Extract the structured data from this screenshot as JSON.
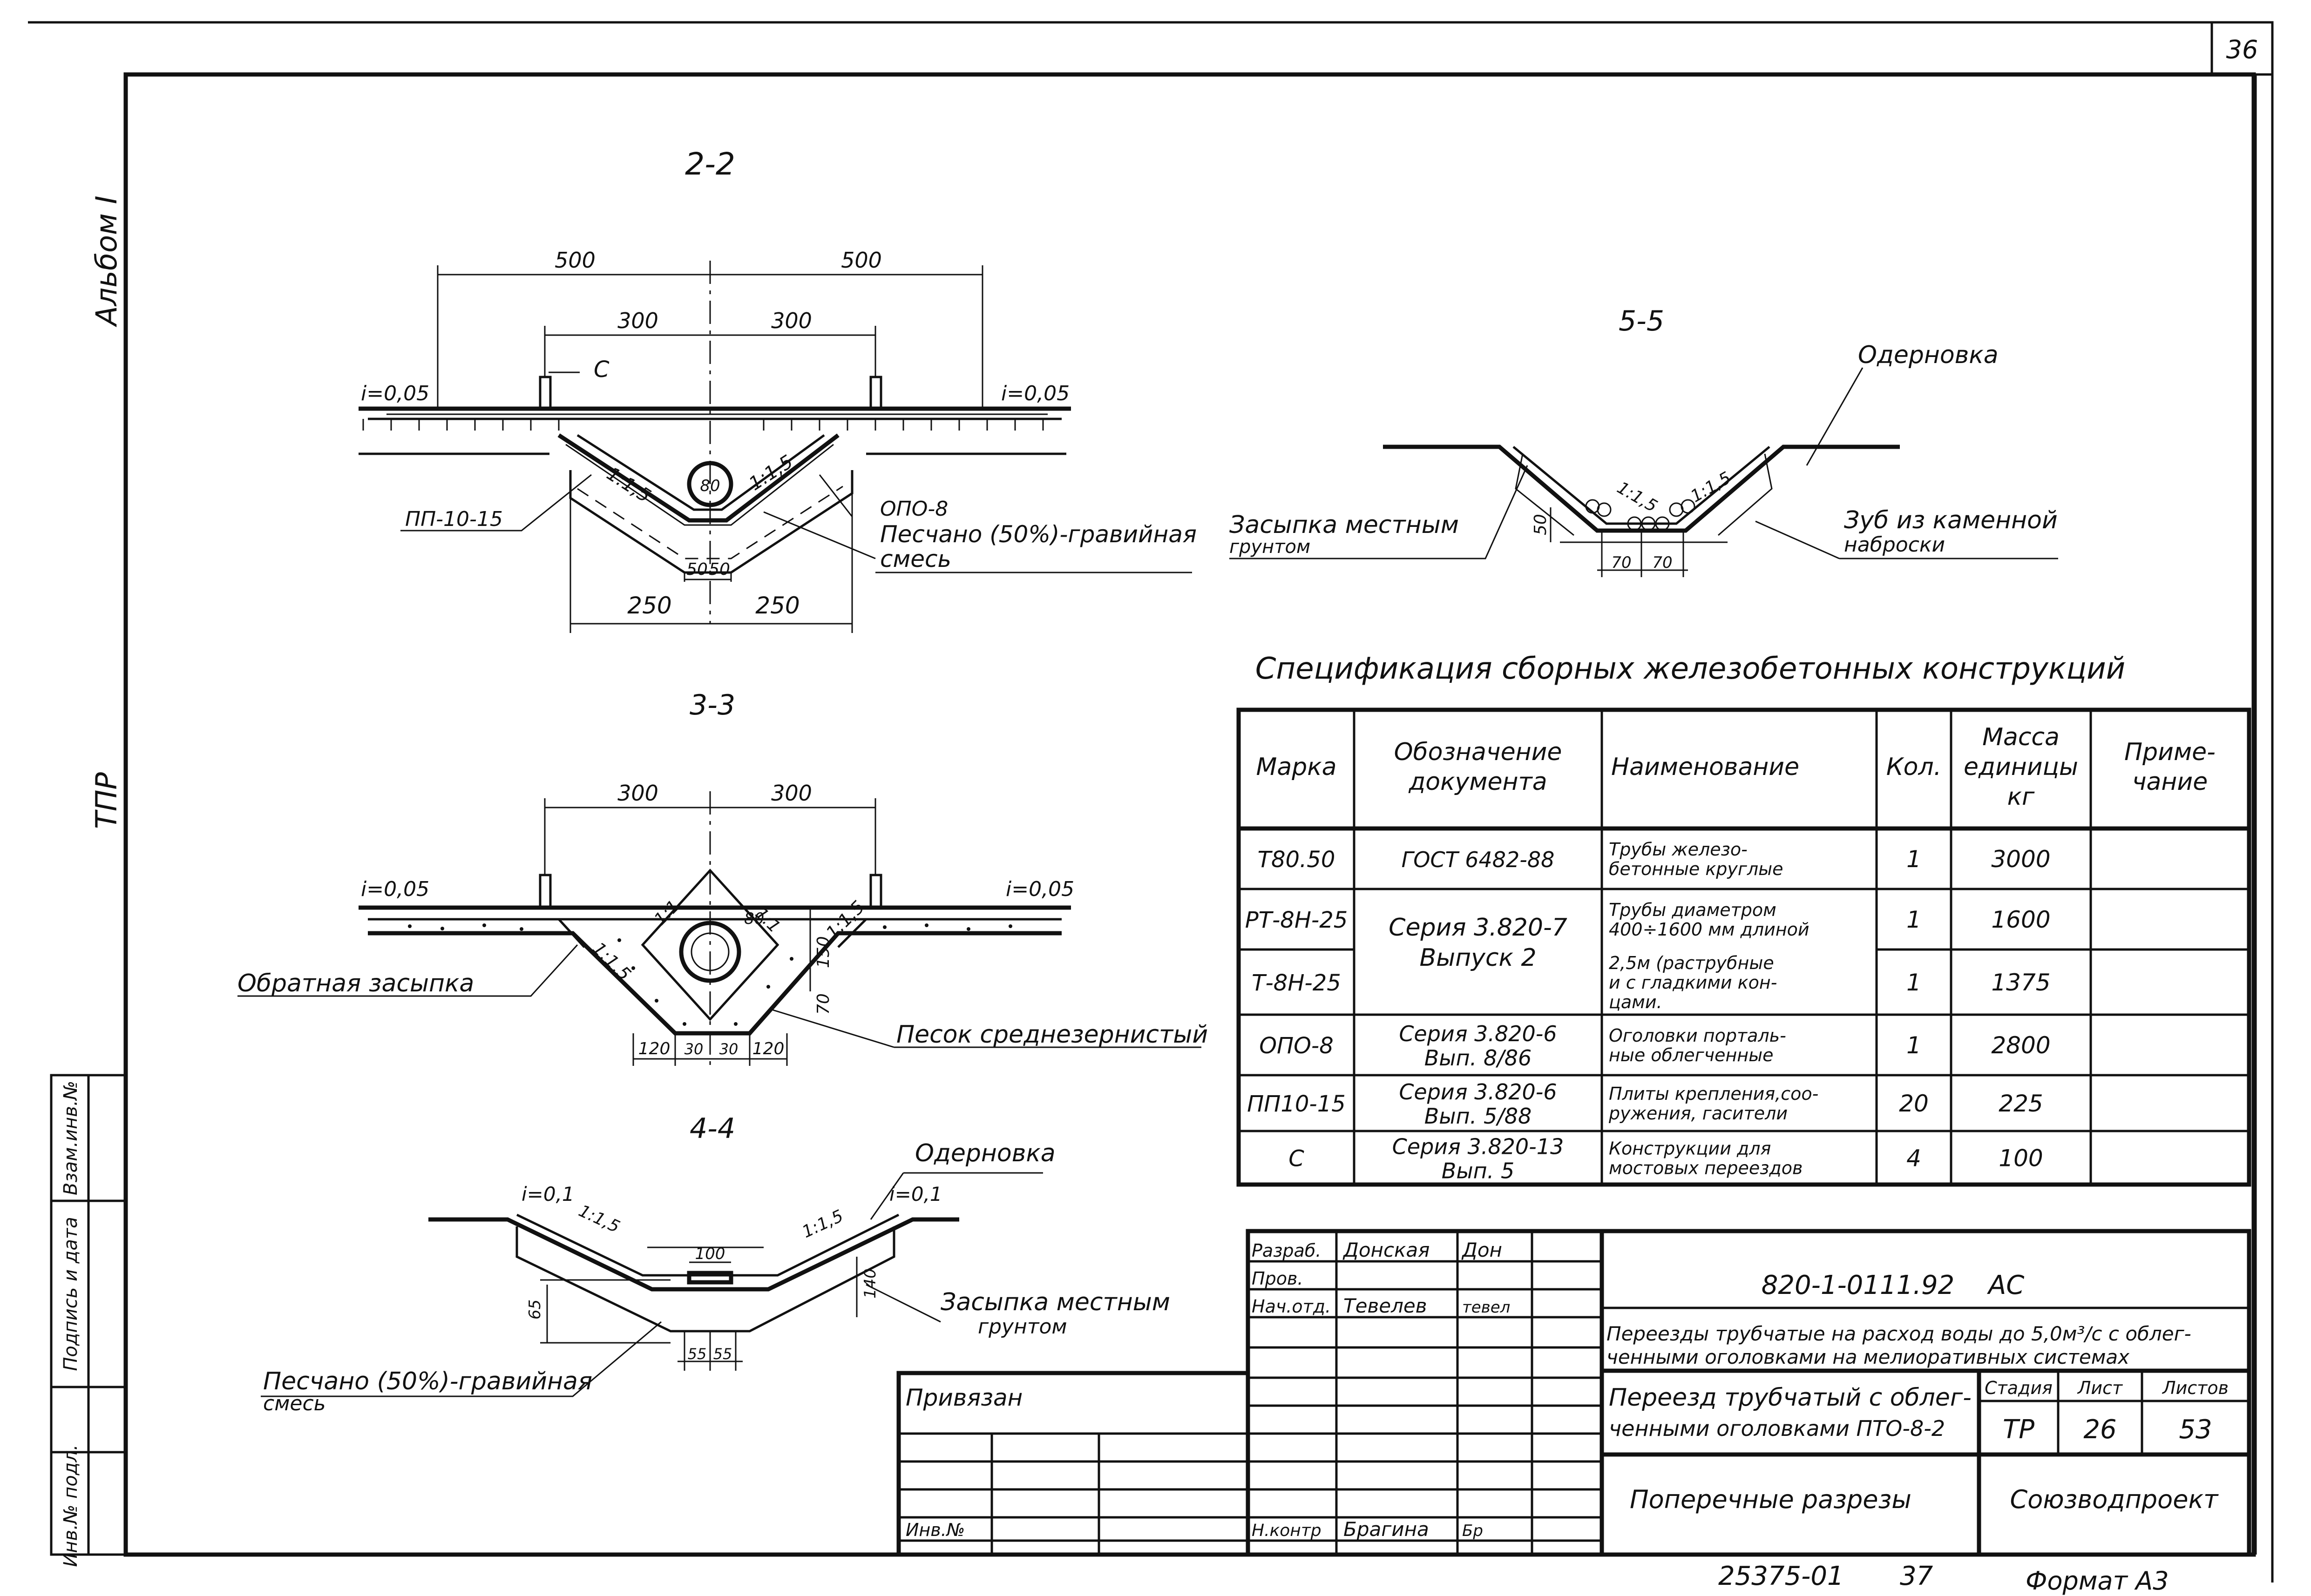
{
  "sheet": {
    "page_number": "36",
    "album": "Альбом I",
    "tpr": "ТПР",
    "bottom_number": "25375-01",
    "bottom_page": "37",
    "format": "Формат А3"
  },
  "side_stamp": {
    "inv_podl": "Инв.№ подл.",
    "podpis_data": "Подпись и дата",
    "vzam_inv": "Взам.инв.№"
  },
  "section_2_2": {
    "title": "2-2",
    "dims": [
      "500",
      "500",
      "300",
      "300",
      "50",
      "50",
      "250",
      "250"
    ],
    "slope_left": "i=0,05",
    "slope_right": "i=0,05",
    "ratio_left": "1:1,5",
    "ratio_right": "1:1,5",
    "pipe": "80",
    "mark_c": "С",
    "label_pp": "ПП-10-15",
    "label_opo": "ОПО-8",
    "label_mix_1": "Песчано (50%)-гравийная",
    "label_mix_2": "смесь"
  },
  "section_5_5": {
    "title": "5-5",
    "label_oderg": "Одерновка",
    "label_backfill_1": "Засыпка местным",
    "label_backfill_2": "грунтом",
    "label_tooth_1": "Зуб из каменной",
    "label_tooth_2": "наброски",
    "ratio_left": "1:1,5",
    "ratio_right": "1:1,5",
    "dim_depth": "50",
    "dim_left": "70",
    "dim_right": "70"
  },
  "section_3_3": {
    "title": "3-3",
    "dims": [
      "300",
      "300",
      "120",
      "30",
      "30",
      "120"
    ],
    "slope_left": "i=0,05",
    "slope_right": "i=0,05",
    "ratio_left": "1:1,5",
    "ratio_right": "1:1,5",
    "ratio_inner_left": "1:1",
    "ratio_inner_right": "1:1",
    "pipe": "80",
    "dim_150": "150",
    "dim_70": "70",
    "label_reverse": "Обратная засыпка",
    "label_sand": "Песок среднезернистый"
  },
  "section_4_4": {
    "title": "4-4",
    "label_oderg": "Одерновка",
    "slope_left": "i=0,1",
    "slope_right": "i=0,1",
    "ratio_left": "1:1,5",
    "ratio_right": "1:1,5",
    "dim_100": "100",
    "dim_65": "65",
    "dim_140": "140",
    "dim_55a": "55",
    "dim_55b": "55",
    "label_backfill_1": "Засыпка местным",
    "label_backfill_2": "грунтом",
    "label_mix_1": "Песчано (50%)-гравийная",
    "label_mix_2": "смесь"
  },
  "spec": {
    "title": "Спецификация сборных железобетонных конструкций",
    "headers": [
      "Марка",
      "Обозначение документа",
      "Наименование",
      "Кол.",
      "Масса единицы кг",
      "Приме-чание"
    ],
    "header_lines": [
      [
        "Марка"
      ],
      [
        "Обозначение",
        "документа"
      ],
      [
        "Наименование"
      ],
      [
        "Кол."
      ],
      [
        "Масса",
        "единицы",
        "кг"
      ],
      [
        "Приме-",
        "чание"
      ]
    ],
    "rows": [
      {
        "mark": "Т80.50",
        "doc": [
          "ГОСТ 6482-88"
        ],
        "name": [
          "Трубы железо-",
          "бетонные круглые"
        ],
        "qty": "1",
        "mass": "3000",
        "note": ""
      },
      {
        "mark": "РТ-8Н-25",
        "doc": [],
        "name": [
          "Трубы диаметром",
          "400÷1600 мм длиной"
        ],
        "qty": "1",
        "mass": "1600",
        "note": ""
      },
      {
        "mark": "Т-8Н-25",
        "doc": [],
        "name": [
          "2,5м (раструбные",
          "и с гладкими кон-",
          "цами."
        ],
        "qty": "1",
        "mass": "1375",
        "note": ""
      },
      {
        "mark": "ОПО-8",
        "doc": [
          "Серия 3.820-6",
          "Вып. 8/86"
        ],
        "name": [
          "Оголовки порталь-",
          "ные облегченные"
        ],
        "qty": "1",
        "mass": "2800",
        "note": ""
      },
      {
        "mark": "ПП10-15",
        "doc": [
          "Серия 3.820-6",
          "Вып. 5/88"
        ],
        "name": [
          "Плиты крепления,соо-",
          "ружения, гасители"
        ],
        "qty": "20",
        "mass": "225",
        "note": ""
      },
      {
        "mark": "С",
        "doc": [
          "Серия 3.820-13",
          "Вып. 5"
        ],
        "name": [
          "Конструкции для",
          "мостовых переездов"
        ],
        "qty": "4",
        "mass": "100",
        "note": ""
      }
    ],
    "merged_doc": [
      "Серия 3.820-7",
      "Выпуск 2"
    ]
  },
  "title_block": {
    "razrab_label": "Разраб.",
    "razrab_name": "Донская",
    "prov_label": "Пров.",
    "nach_label": "Нач.отд.",
    "nach_name": "Тевелев",
    "nkontr_label": "Н.контр",
    "nkontr_name": "Брагина",
    "doc_code": "820-1-0111.92",
    "doc_suffix": "АС",
    "project_line1": "Переезды трубчатые на расход воды до 5,0м³/с с облег-",
    "project_line2": "ченными оголовками на мелиоративных системах",
    "sheet_title_1": "Переезд трубчатый с облег-",
    "sheet_title_2": "ченными оголовками ПТО-8-2",
    "stage_label": "Стадия",
    "list_label": "Лист",
    "lists_label": "Листов",
    "stage": "ТР",
    "list": "26",
    "lists": "53",
    "drawing_name": "Поперечные разрезы",
    "org": "Союзводпроект",
    "privyazan": "Привязан",
    "inv_no": "Инв.№"
  }
}
